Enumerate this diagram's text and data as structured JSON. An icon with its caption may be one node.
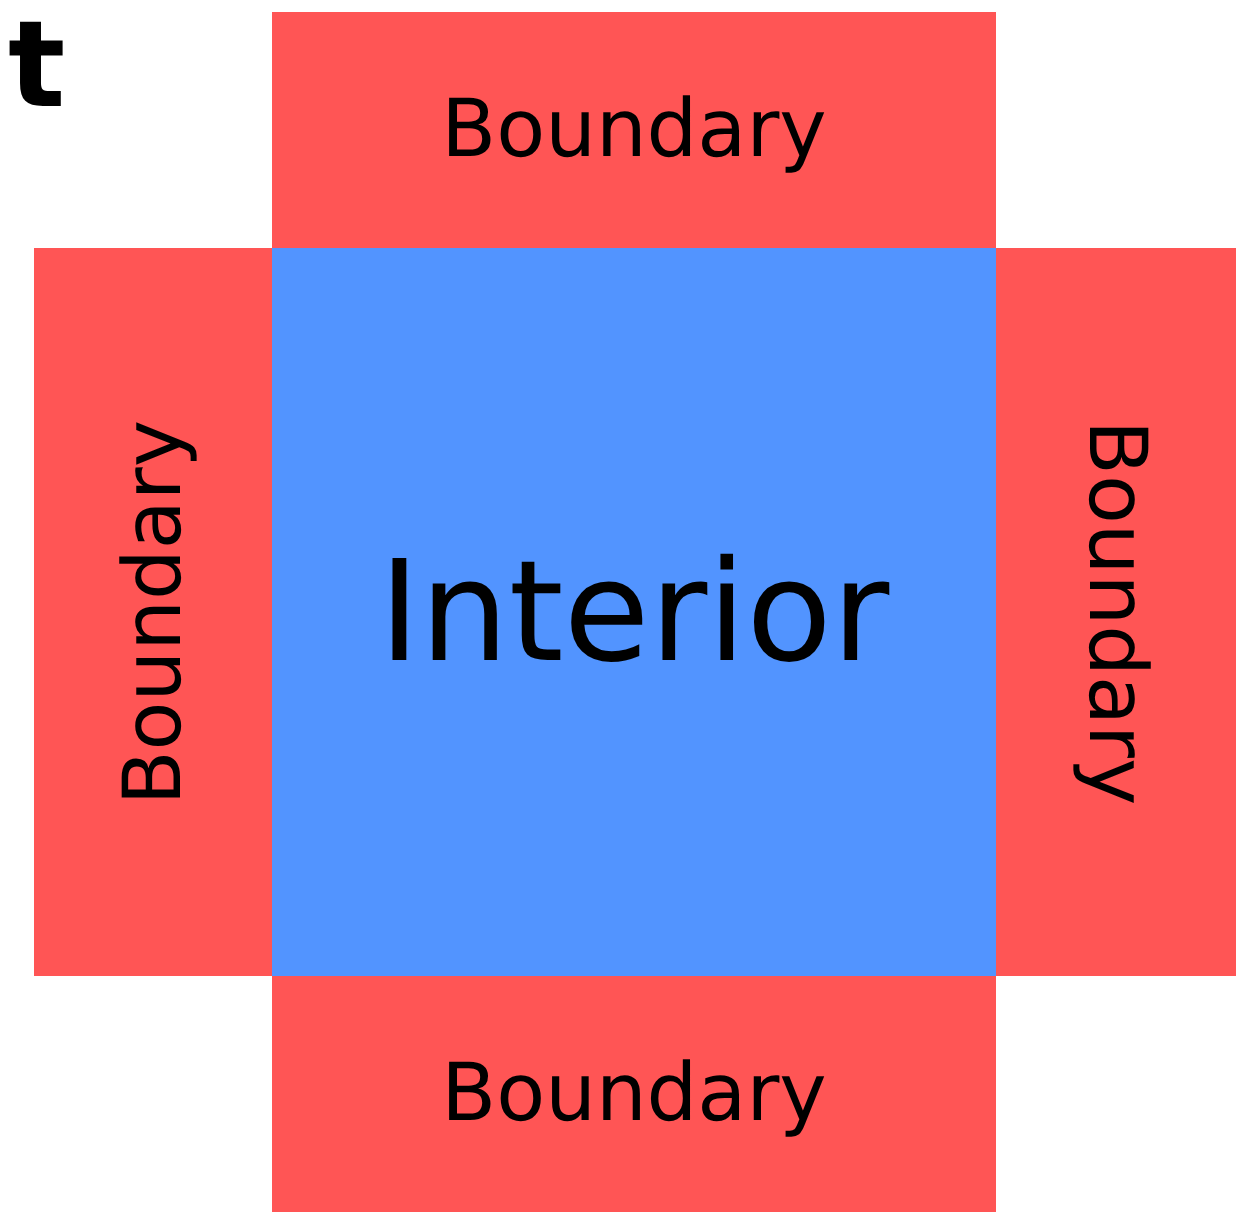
{
  "diagram": {
    "nodes": [
      {
        "text": [
          "Boundary"
        ]
      },
      {
        "text": [
          "Boundary"
        ]
      },
      {
        "text": [
          "Interior"
        ]
      },
      {
        "text": [
          "Boundary"
        ]
      },
      {
        "text": [
          "Boundary"
        ]
      }
    ],
    "labels": [
      "t"
    ]
  }
}
